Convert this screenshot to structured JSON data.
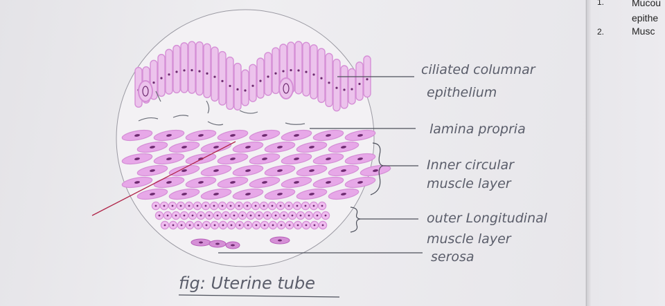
{
  "labels": {
    "epithelium_line1": "ciliated columnar",
    "epithelium_line2": "epithelium",
    "lamina": "lamina propria",
    "inner_line1": "Inner circular",
    "inner_line2": "muscle layer",
    "outer_line1": "outer Longitudinal",
    "outer_line2": "muscle layer",
    "serosa": "serosa"
  },
  "caption": "fig: Uterine tube",
  "side_page": {
    "item1_num": "1.",
    "item1_line1": "Mucou",
    "item1_line2": "epithe",
    "item2_num": "2.",
    "item2_line1": "Musc"
  },
  "colors": {
    "stain": "#d58fd6",
    "stain_light": "#ecc3ec",
    "nucleus": "#6d2a6f",
    "pencil": "#5a5d6a",
    "pen_red": "#b0264a"
  }
}
